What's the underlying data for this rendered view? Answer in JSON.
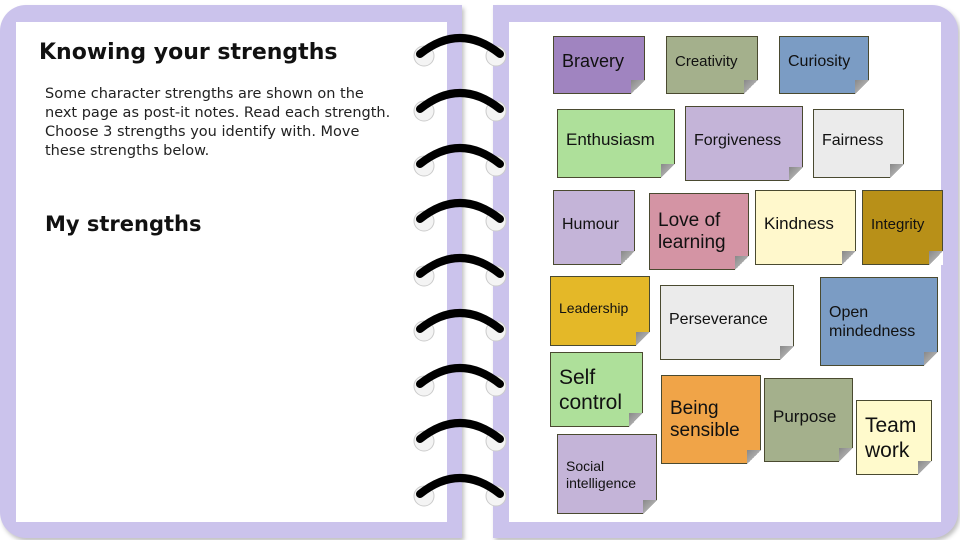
{
  "left_page": {
    "title": "Knowing your strengths",
    "instructions": "Some character strengths are shown on the next page as post-it notes.  Read each strength. Choose 3 strengths you identify with. Move these strengths below.",
    "subtitle": "My strengths"
  },
  "notes": [
    {
      "label": "Bravery",
      "color": "#a084c0"
    },
    {
      "label": "Creativity",
      "color": "#a4b08c"
    },
    {
      "label": "Curiosity",
      "color": "#7b9cc4"
    },
    {
      "label": "Enthusiasm",
      "color": "#aee09a"
    },
    {
      "label": "Forgiveness",
      "color": "#c4b4d8"
    },
    {
      "label": "Fairness",
      "color": "#ebebeb"
    },
    {
      "label": "Humour",
      "color": "#c4b4d8"
    },
    {
      "label": "Love of learning",
      "color": "#d494a4"
    },
    {
      "label": "Kindness",
      "color": "#fff8cc"
    },
    {
      "label": "Integrity",
      "color": "#b89018"
    },
    {
      "label": "Leadership",
      "color": "#e4b828"
    },
    {
      "label": "Perseverance",
      "color": "#ebebeb"
    },
    {
      "label": "Open mindedness",
      "color": "#7b9cc4"
    },
    {
      "label": "Self control",
      "color": "#aee09a"
    },
    {
      "label": "Being sensible",
      "color": "#f0a448"
    },
    {
      "label": "Purpose",
      "color": "#a4b08c"
    },
    {
      "label": "Team work",
      "color": "#fffacc"
    },
    {
      "label": "Social intelligence",
      "color": "#c4b4d8"
    }
  ]
}
